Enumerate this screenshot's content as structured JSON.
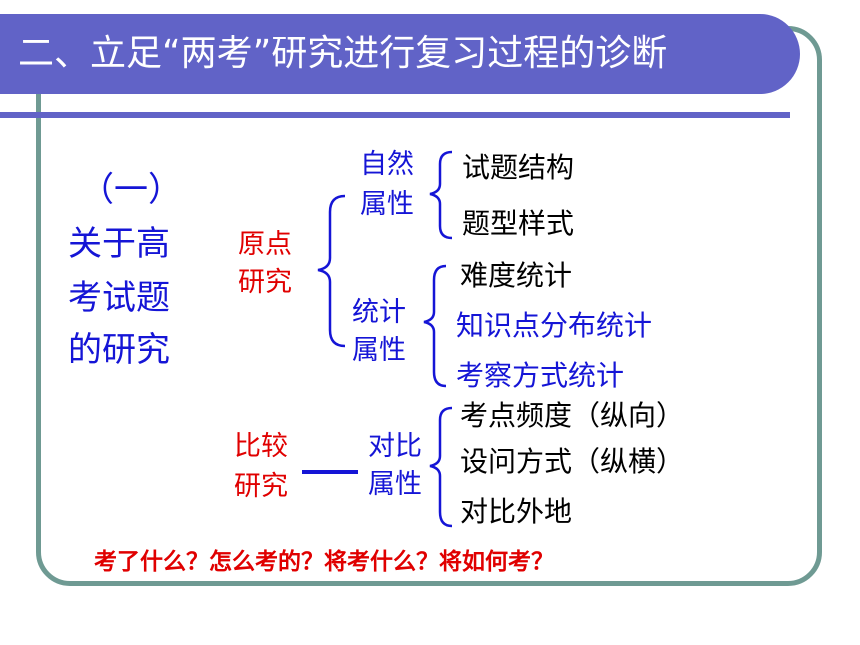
{
  "title": "二、立足“两考”研究进行复习过程的诊断",
  "section": {
    "number": "（一）",
    "heading": [
      "关于高",
      "考试题",
      "的研究"
    ]
  },
  "yuandian": {
    "label": [
      "原点",
      "研究"
    ],
    "ziran": {
      "label": [
        "自然",
        "属性"
      ],
      "items": [
        "试题结构",
        "题型样式"
      ]
    },
    "tongji": {
      "label": [
        "统计",
        "属性"
      ],
      "items": [
        "难度统计",
        "知识点分布统计",
        "考察方式统计"
      ]
    }
  },
  "bijiao": {
    "label": [
      "比较",
      "研究"
    ],
    "duibi": {
      "label": [
        "对比",
        "属性"
      ],
      "items": [
        "考点频度（纵向）",
        "设问方式（纵横）",
        "对比外地"
      ]
    }
  },
  "bottom_question": "考了什么？怎么考的？将考什么？将如何考？",
  "colors": {
    "title_bg": "#6163c7",
    "frame": "#6f9a93",
    "blue_text": "#1515d6",
    "red_text": "#e00000"
  }
}
